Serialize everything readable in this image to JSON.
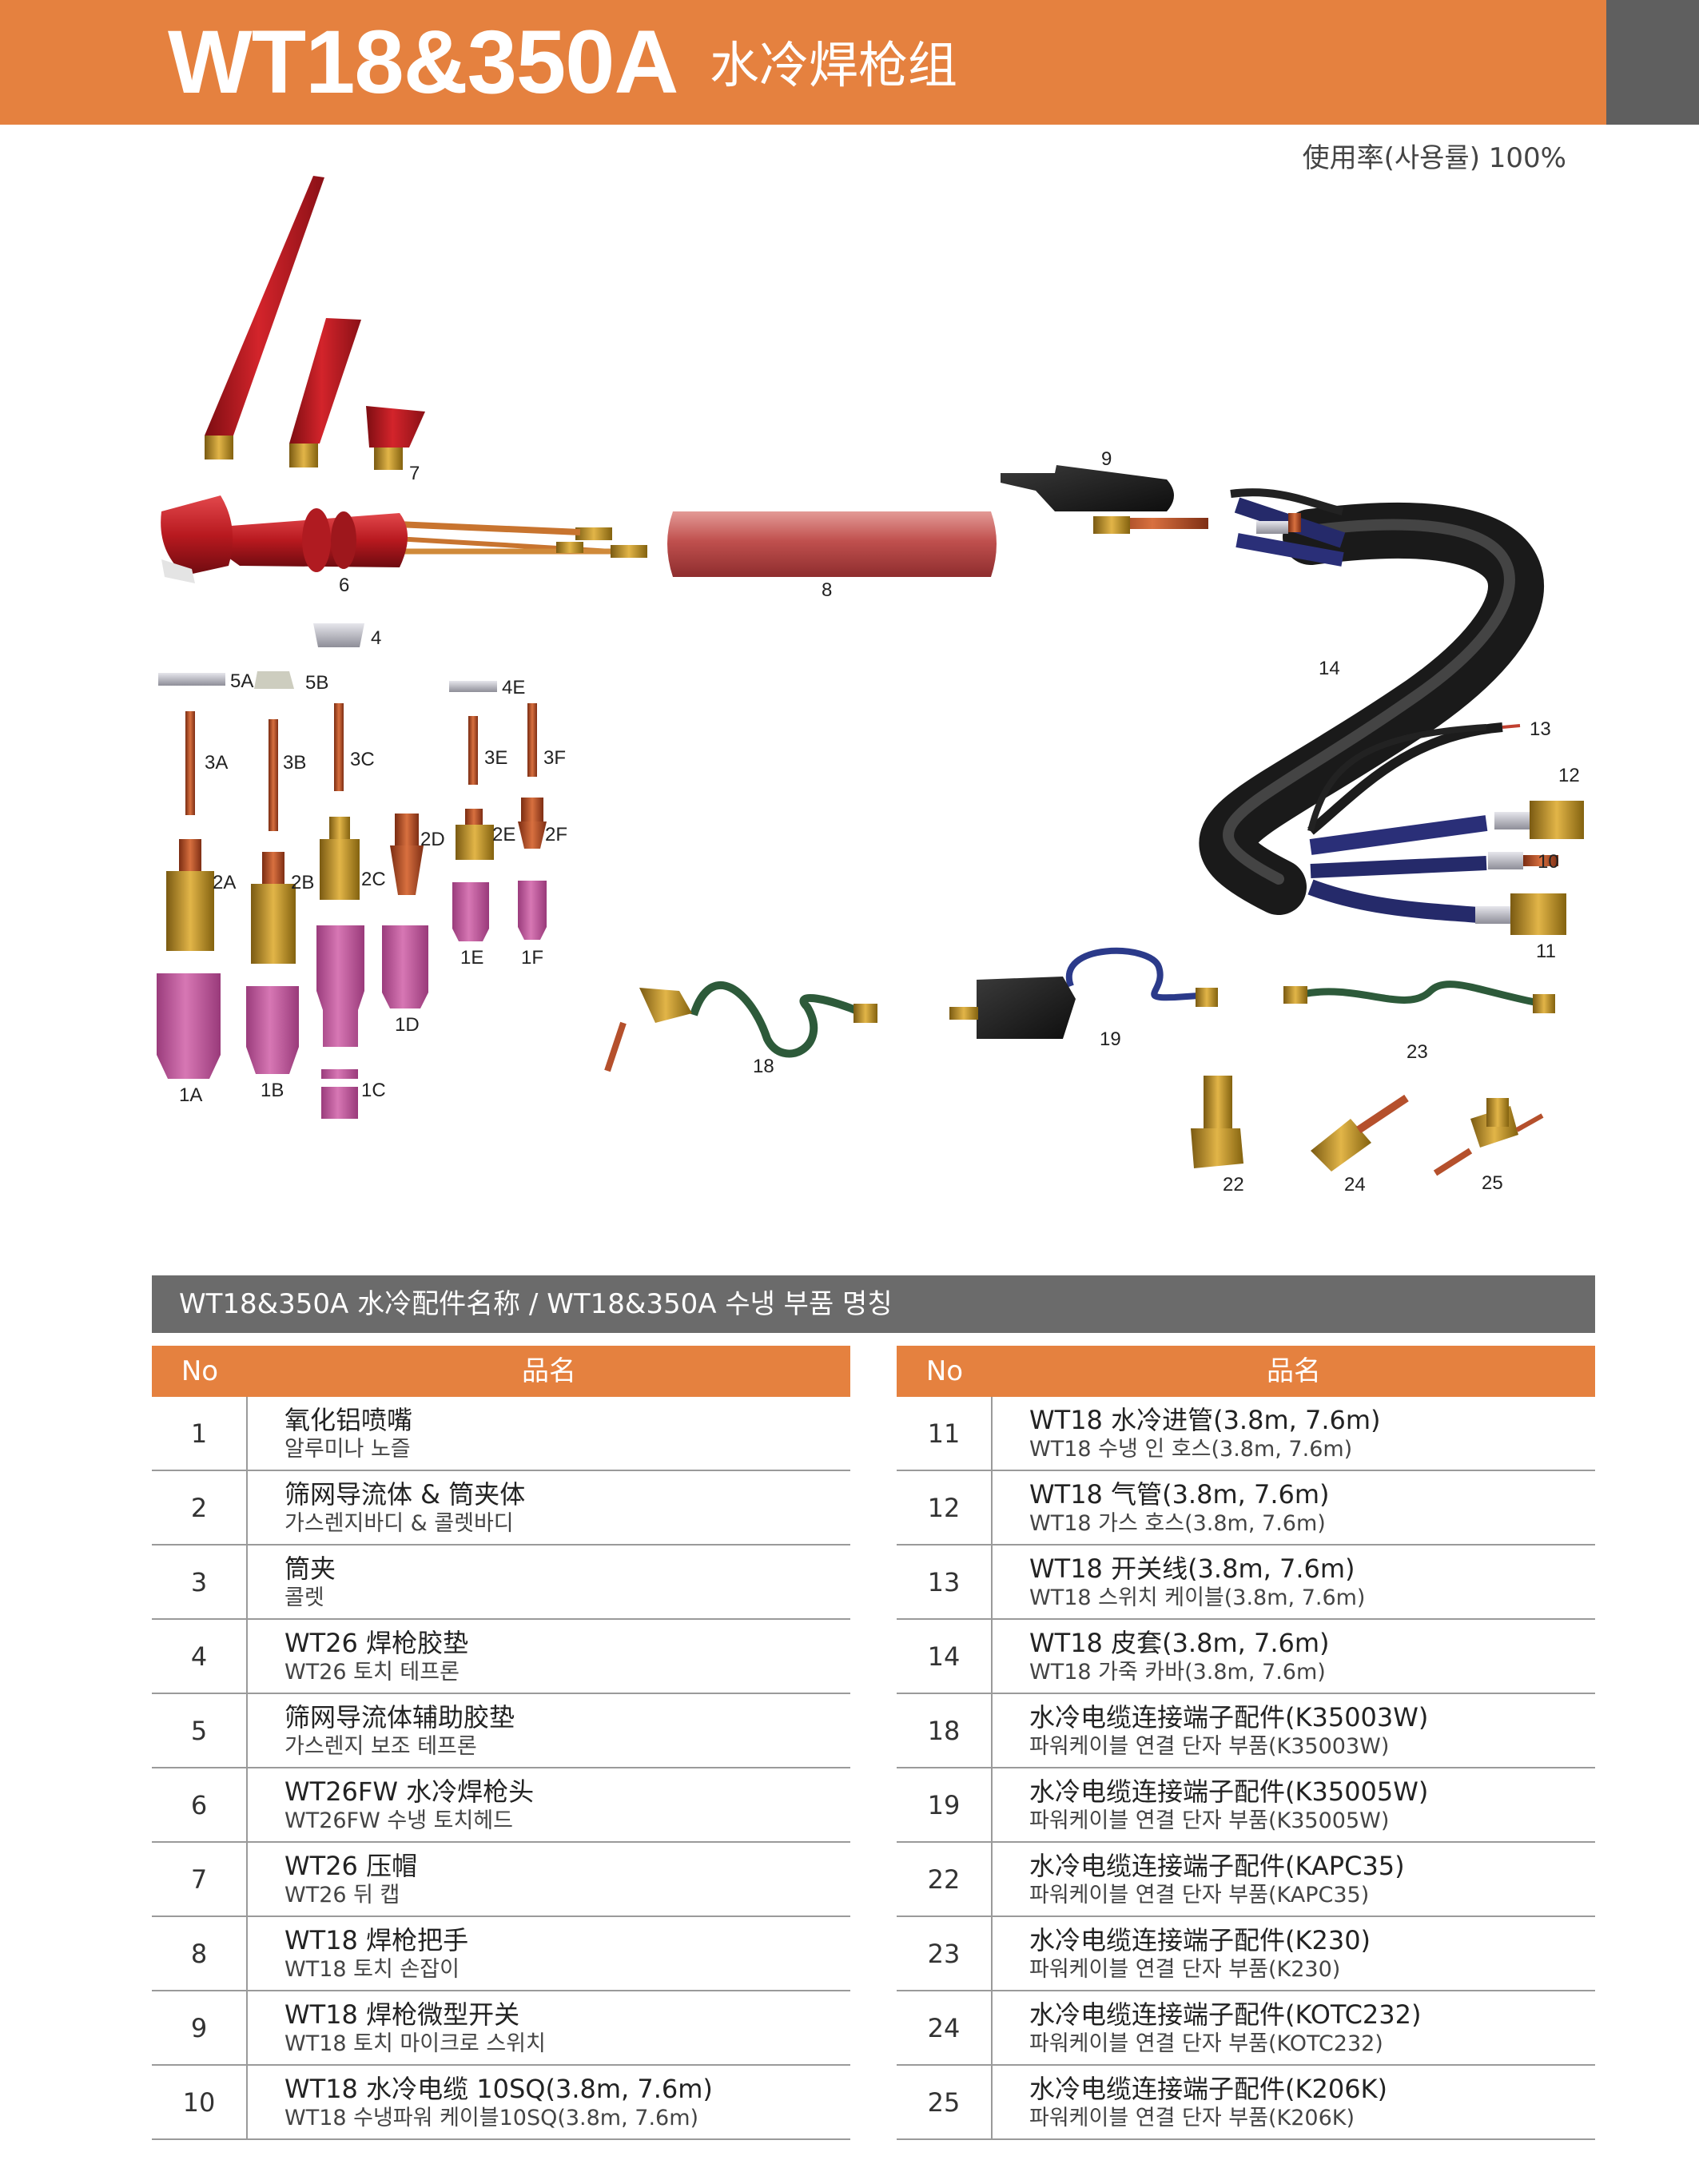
{
  "header": {
    "title_main": "WT18&350A",
    "title_sub": "水冷焊枪组",
    "usage_rate": "使用率(사용률) 100%"
  },
  "colors": {
    "accent": "#e5813f",
    "dark_bar": "#5f5f5f",
    "section_bar": "#6b6b6b"
  },
  "callouts": {
    "c9": "9",
    "c7": "7",
    "c6": "6",
    "c8": "8",
    "c4": "4",
    "c5A": "5A",
    "c5B": "5B",
    "c4E": "4E",
    "c3A": "3A",
    "c3B": "3B",
    "c3C": "3C",
    "c3E": "3E",
    "c3F": "3F",
    "c2A": "2A",
    "c2B": "2B",
    "c2C": "2C",
    "c2D": "2D",
    "c2E": "2E",
    "c2F": "2F",
    "c1E": "1E",
    "c1F": "1F",
    "c1D": "1D",
    "c1A": "1A",
    "c1B": "1B",
    "c1C": "1C",
    "c14": "14",
    "c13": "13",
    "c12": "12",
    "c10": "10",
    "c11": "11",
    "c18": "18",
    "c19": "19",
    "c23": "23",
    "c22": "22",
    "c24": "24",
    "c25": "25"
  },
  "parts_section": {
    "title": "WT18&350A 水冷配件名称 / WT18&350A 수냉 부품 명칭",
    "col_no": "No",
    "col_name": "品名",
    "left_rows": [
      {
        "no": "1",
        "cn": "氧化铝喷嘴",
        "kr": "알루미나 노즐"
      },
      {
        "no": "2",
        "cn": "筛网导流体 & 筒夹体",
        "kr": "가스렌지바디 & 콜렛바디"
      },
      {
        "no": "3",
        "cn": "筒夹",
        "kr": "콜렛"
      },
      {
        "no": "4",
        "cn": "WT26 焊枪胶垫",
        "kr": "WT26 토치 테프론"
      },
      {
        "no": "5",
        "cn": "筛网导流体辅助胶垫",
        "kr": "가스렌지 보조 테프론"
      },
      {
        "no": "6",
        "cn": "WT26FW 水冷焊枪头",
        "kr": "WT26FW 수냉 토치헤드"
      },
      {
        "no": "7",
        "cn": "WT26 压帽",
        "kr": "WT26 뒤 캡"
      },
      {
        "no": "8",
        "cn": "WT18 焊枪把手",
        "kr": "WT18 토치 손잡이"
      },
      {
        "no": "9",
        "cn": "WT18 焊枪微型开关",
        "kr": "WT18 토치 마이크로 스위치"
      },
      {
        "no": "10",
        "cn": "WT18 水冷电缆 10SQ(3.8m, 7.6m)",
        "kr": "WT18 수냉파워 케이블10SQ(3.8m, 7.6m)"
      }
    ],
    "right_rows": [
      {
        "no": "11",
        "cn": "WT18 水冷进管(3.8m, 7.6m)",
        "kr": "WT18 수냉 인 호스(3.8m, 7.6m)"
      },
      {
        "no": "12",
        "cn": "WT18 气管(3.8m, 7.6m)",
        "kr": "WT18 가스 호스(3.8m, 7.6m)"
      },
      {
        "no": "13",
        "cn": "WT18 开关线(3.8m, 7.6m)",
        "kr": "WT18 스위치 케이블(3.8m, 7.6m)"
      },
      {
        "no": "14",
        "cn": "WT18 皮套(3.8m, 7.6m)",
        "kr": "WT18 가죽 카바(3.8m, 7.6m)"
      },
      {
        "no": "18",
        "cn": "水冷电缆连接端子配件(K35003W)",
        "kr": "파워케이블 연결 단자 부품(K35003W)"
      },
      {
        "no": "19",
        "cn": "水冷电缆连接端子配件(K35005W)",
        "kr": "파워케이블 연결 단자 부품(K35005W)"
      },
      {
        "no": "22",
        "cn": "水冷电缆连接端子配件(KAPC35)",
        "kr": "파워케이블 연결 단자 부품(KAPC35)"
      },
      {
        "no": "23",
        "cn": "水冷电缆连接端子配件(K230)",
        "kr": "파워케이블 연결 단자 부품(K230)"
      },
      {
        "no": "24",
        "cn": "水冷电缆连接端子配件(KOTC232)",
        "kr": "파워케이블 연결 단자 부품(KOTC232)"
      },
      {
        "no": "25",
        "cn": "水冷电缆连接端子配件(K206K)",
        "kr": "파워케이블 연결 단자 부품(K206K)"
      }
    ]
  }
}
